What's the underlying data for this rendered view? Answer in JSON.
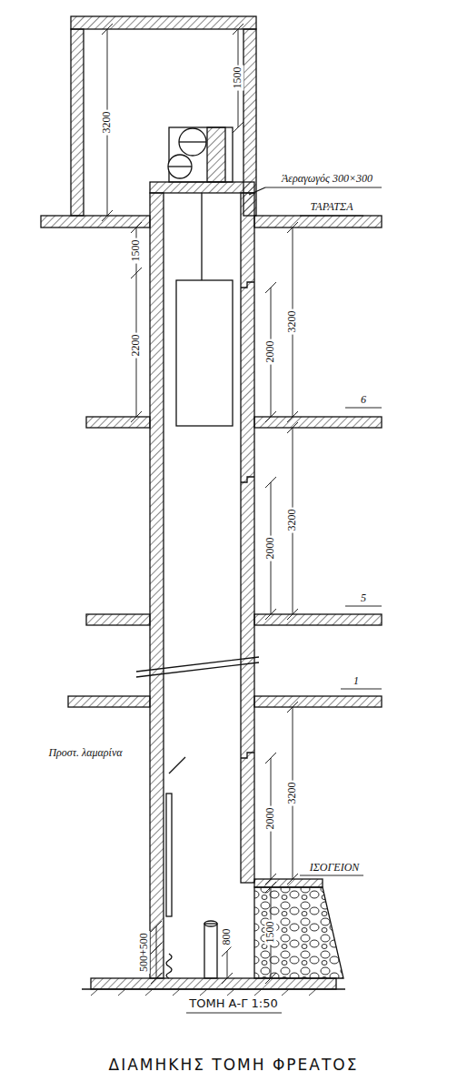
{
  "diagram": {
    "title": "ΔΙΑΜΗΚΗΣ ΤΟΜΗ ΦΡΕΑΤΟΣ",
    "caption": "ΤΟΜΗ Α-Γ 1:50",
    "labels": [
      "3200",
      "1500",
      "Άεραγωγός 300×300",
      "ΤΑΡΑΤΣΑ",
      "1500",
      "2200",
      "2000",
      "3200",
      "6",
      "2000",
      "3200",
      "5",
      "1",
      "Προστ. λαμαρίνα",
      "2000",
      "3200",
      "ΙΣΟΓΕΙΟΝ",
      "1500",
      "500+500",
      "800"
    ]
  }
}
